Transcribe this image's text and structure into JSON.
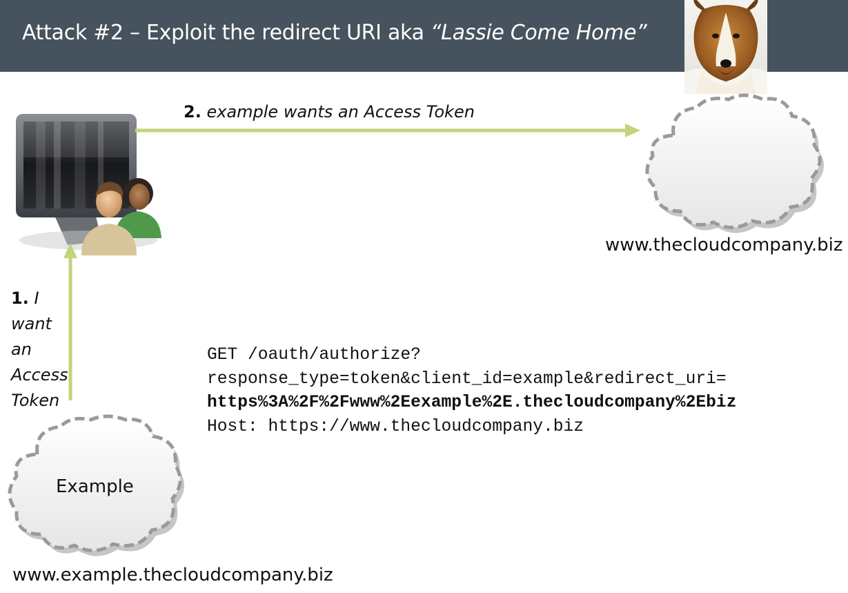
{
  "title": {
    "prefix": "Attack #2 – Exploit the redirect URI aka ",
    "quoted": "“Lassie Come Home”"
  },
  "steps": {
    "step1": {
      "number": "1.",
      "text_lines": [
        "I",
        "want",
        "an",
        "Access",
        "Token"
      ]
    },
    "step2": {
      "number": "2.",
      "text": "example wants an Access Token"
    }
  },
  "server": {
    "domain": "www.thecloudcompany.biz"
  },
  "client": {
    "name": "Example",
    "domain": "www.example.thecloudcompany.biz"
  },
  "request": {
    "line1": "GET /oauth/authorize?",
    "line2": "response_type=token&client_id=example&redirect_uri=",
    "line3": "https%3A%2F%2Fwww%2Eexample%2E.thecloudcompany%2Ebiz",
    "line4": "Host: https://www.thecloudcompany.biz"
  },
  "colors": {
    "title_bar": "#46525d",
    "arrow": "#c3d47a",
    "cloud_border": "#9a9a9a"
  }
}
